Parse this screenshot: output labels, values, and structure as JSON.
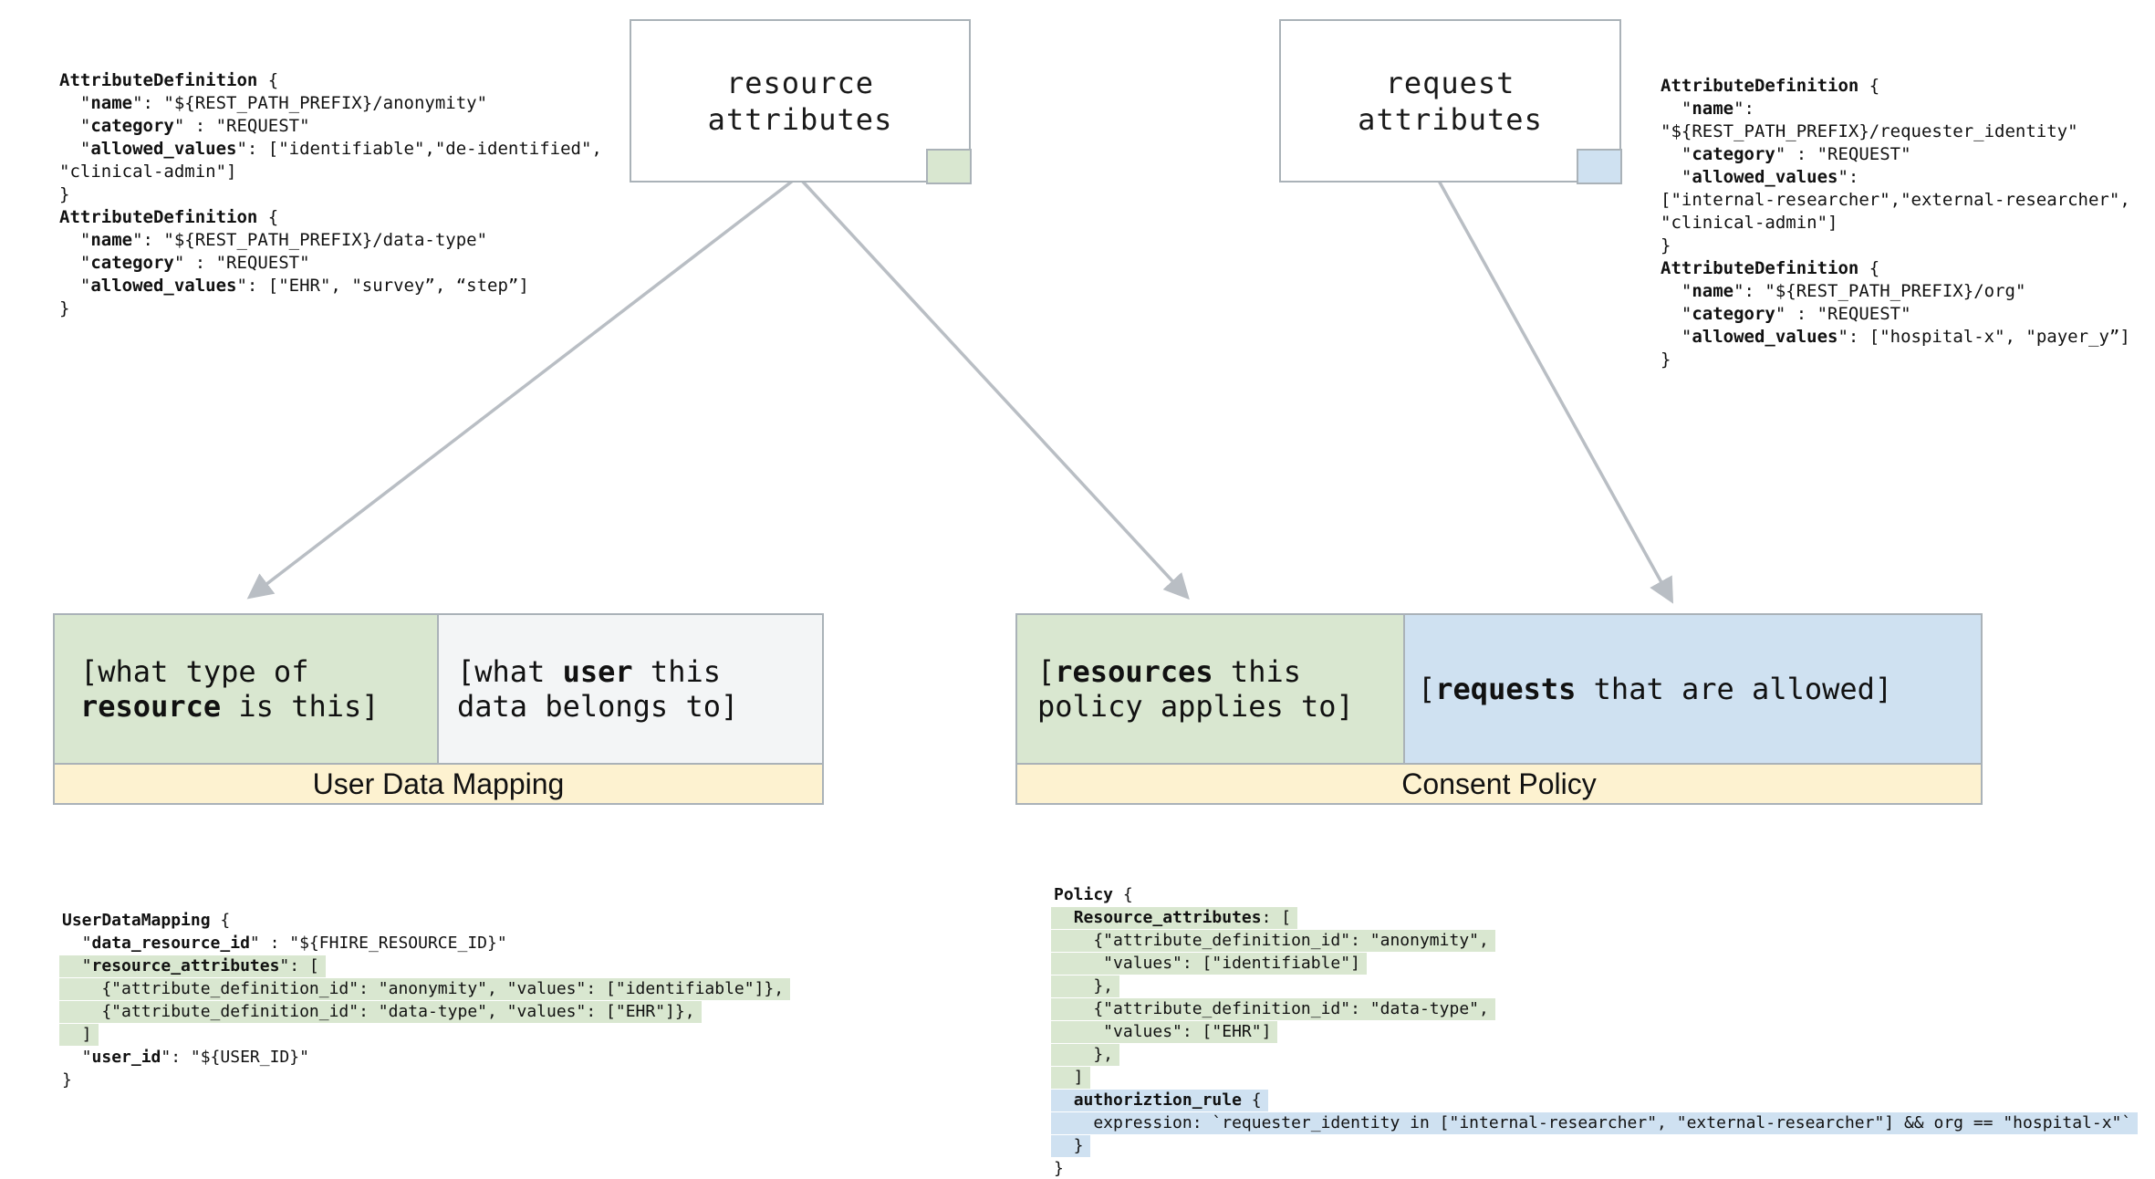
{
  "colors": {
    "green": "#d9e7d0",
    "blue": "#cfe1f1",
    "yellow": "#fdf2d0",
    "cellwhite": "#f3f5f6",
    "border": "#aab2b8",
    "arrow": "#b9bec4"
  },
  "boxes": {
    "resource_attributes": {
      "line1": "resource",
      "line2": "attributes"
    },
    "request_attributes": {
      "line1": "request",
      "line2": "attributes"
    }
  },
  "user_data_mapping": {
    "label": "User Data Mapping",
    "resource_cell": [
      {
        "seg": [
          {
            "t": "[what type of"
          }
        ]
      },
      {
        "seg": [
          {
            "t": "resource",
            "b": true
          },
          {
            "t": " is this]"
          }
        ]
      }
    ],
    "user_cell": [
      {
        "seg": [
          {
            "t": "[what "
          },
          {
            "t": "user",
            "b": true
          },
          {
            "t": " this"
          }
        ]
      },
      {
        "seg": [
          {
            "t": "data belongs to]"
          }
        ]
      }
    ]
  },
  "consent_policy": {
    "label": "Consent Policy",
    "resources_cell": [
      {
        "seg": [
          {
            "t": "["
          },
          {
            "t": "resources",
            "b": true
          },
          {
            "t": " this"
          }
        ]
      },
      {
        "seg": [
          {
            "t": "policy applies to]"
          }
        ]
      }
    ],
    "requests_cell": [
      {
        "seg": [
          {
            "t": "["
          },
          {
            "t": "requests",
            "b": true
          },
          {
            "t": " that are allowed]"
          }
        ]
      }
    ]
  },
  "code": {
    "attr_def_left": [
      {
        "seg": [
          {
            "t": "AttributeDefinition",
            "b": true
          },
          {
            "t": " {"
          }
        ]
      },
      {
        "seg": [
          {
            "t": "  \""
          },
          {
            "t": "name",
            "b": true
          },
          {
            "t": "\": \"${REST_PATH_PREFIX}/anonymity\""
          }
        ]
      },
      {
        "seg": [
          {
            "t": "  \""
          },
          {
            "t": "category",
            "b": true
          },
          {
            "t": "\" : \"REQUEST\""
          }
        ]
      },
      {
        "seg": [
          {
            "t": "  \""
          },
          {
            "t": "allowed_values",
            "b": true
          },
          {
            "t": "\": [\"identifiable\",\"de-identified\","
          }
        ]
      },
      {
        "seg": [
          {
            "t": "\"clinical-admin\"]"
          }
        ]
      },
      {
        "seg": [
          {
            "t": "}"
          }
        ]
      },
      {
        "seg": [
          {
            "t": "AttributeDefinition",
            "b": true
          },
          {
            "t": " {"
          }
        ]
      },
      {
        "seg": [
          {
            "t": "  \""
          },
          {
            "t": "name",
            "b": true
          },
          {
            "t": "\": \"${REST_PATH_PREFIX}/data-type\""
          }
        ]
      },
      {
        "seg": [
          {
            "t": "  \""
          },
          {
            "t": "category",
            "b": true
          },
          {
            "t": "\" : \"REQUEST\""
          }
        ]
      },
      {
        "seg": [
          {
            "t": "  \""
          },
          {
            "t": "allowed_values",
            "b": true
          },
          {
            "t": "\": [\"EHR\", \"survey”, “step”]"
          }
        ]
      },
      {
        "seg": [
          {
            "t": "}"
          }
        ]
      }
    ],
    "attr_def_right": [
      {
        "seg": [
          {
            "t": "AttributeDefinition",
            "b": true
          },
          {
            "t": " {"
          }
        ]
      },
      {
        "seg": [
          {
            "t": "  \""
          },
          {
            "t": "name",
            "b": true
          },
          {
            "t": "\":"
          }
        ]
      },
      {
        "seg": [
          {
            "t": "\"${REST_PATH_PREFIX}/requester_identity\""
          }
        ]
      },
      {
        "seg": [
          {
            "t": "  \""
          },
          {
            "t": "category",
            "b": true
          },
          {
            "t": "\" : \"REQUEST\""
          }
        ]
      },
      {
        "seg": [
          {
            "t": "  \""
          },
          {
            "t": "allowed_values",
            "b": true
          },
          {
            "t": "\":"
          }
        ]
      },
      {
        "seg": [
          {
            "t": "[\"internal-researcher\",\"external-researcher\","
          }
        ]
      },
      {
        "seg": [
          {
            "t": "\"clinical-admin\"]"
          }
        ]
      },
      {
        "seg": [
          {
            "t": "}"
          }
        ]
      },
      {
        "seg": [
          {
            "t": "AttributeDefinition",
            "b": true
          },
          {
            "t": " {"
          }
        ]
      },
      {
        "seg": [
          {
            "t": "  \""
          },
          {
            "t": "name",
            "b": true
          },
          {
            "t": "\": \"${REST_PATH_PREFIX}/org\""
          }
        ]
      },
      {
        "seg": [
          {
            "t": "  \""
          },
          {
            "t": "category",
            "b": true
          },
          {
            "t": "\" : \"REQUEST\""
          }
        ]
      },
      {
        "seg": [
          {
            "t": "  \""
          },
          {
            "t": "allowed_values",
            "b": true
          },
          {
            "t": "\": [\"hospital-x\", \"payer_y”]"
          }
        ]
      },
      {
        "seg": [
          {
            "t": "}"
          }
        ]
      }
    ],
    "user_data_mapping": [
      {
        "seg": [
          {
            "t": "UserDataMapping",
            "b": true
          },
          {
            "t": " {"
          }
        ]
      },
      {
        "seg": [
          {
            "t": "  \""
          },
          {
            "t": "data_resource_id",
            "b": true
          },
          {
            "t": "\" : \"${FHIRE_RESOURCE_ID}\""
          }
        ]
      },
      {
        "bg": "green",
        "seg": [
          {
            "t": "  \""
          },
          {
            "t": "resource_attributes",
            "b": true
          },
          {
            "t": "\": ["
          }
        ]
      },
      {
        "bg": "green",
        "seg": [
          {
            "t": "    {\"attribute_definition_id\": \"anonymity\", \"values\": [\"identifiable\"]},"
          }
        ]
      },
      {
        "bg": "green",
        "seg": [
          {
            "t": "    {\"attribute_definition_id\": \"data-type\", \"values\": [\"EHR\"]},"
          }
        ]
      },
      {
        "bg": "green",
        "seg": [
          {
            "t": "  ]"
          }
        ]
      },
      {
        "seg": [
          {
            "t": "  \""
          },
          {
            "t": "user_id",
            "b": true
          },
          {
            "t": "\": \"${USER_ID}\""
          }
        ]
      },
      {
        "seg": [
          {
            "t": "}"
          }
        ]
      }
    ],
    "policy": [
      {
        "seg": [
          {
            "t": "Policy",
            "b": true
          },
          {
            "t": " {"
          }
        ]
      },
      {
        "bg": "green",
        "seg": [
          {
            "t": "  "
          },
          {
            "t": "Resource_attributes",
            "b": true
          },
          {
            "t": ": ["
          }
        ]
      },
      {
        "bg": "green",
        "seg": [
          {
            "t": "    {\"attribute_definition_id\": \"anonymity\","
          }
        ]
      },
      {
        "bg": "green",
        "seg": [
          {
            "t": "     \"values\": [\"identifiable\"]"
          }
        ]
      },
      {
        "bg": "green",
        "seg": [
          {
            "t": "    },"
          }
        ]
      },
      {
        "bg": "green",
        "seg": [
          {
            "t": "    {\"attribute_definition_id\": \"data-type\","
          }
        ]
      },
      {
        "bg": "green",
        "seg": [
          {
            "t": "     \"values\": [\"EHR\"]"
          }
        ]
      },
      {
        "bg": "green",
        "seg": [
          {
            "t": "    },"
          }
        ]
      },
      {
        "bg": "green",
        "seg": [
          {
            "t": "  ]"
          }
        ]
      },
      {
        "bg": "blue",
        "seg": [
          {
            "t": "  "
          },
          {
            "t": "authoriztion_rule",
            "b": true
          },
          {
            "t": " {"
          }
        ]
      },
      {
        "bg": "blue",
        "seg": [
          {
            "t": "    expression: `requester_identity in [\"internal-researcher\", \"external-researcher\"] && org == \"hospital-x\"`"
          }
        ]
      },
      {
        "bg": "blue",
        "seg": [
          {
            "t": "  }"
          }
        ]
      },
      {
        "seg": [
          {
            "t": "}"
          }
        ]
      }
    ]
  }
}
